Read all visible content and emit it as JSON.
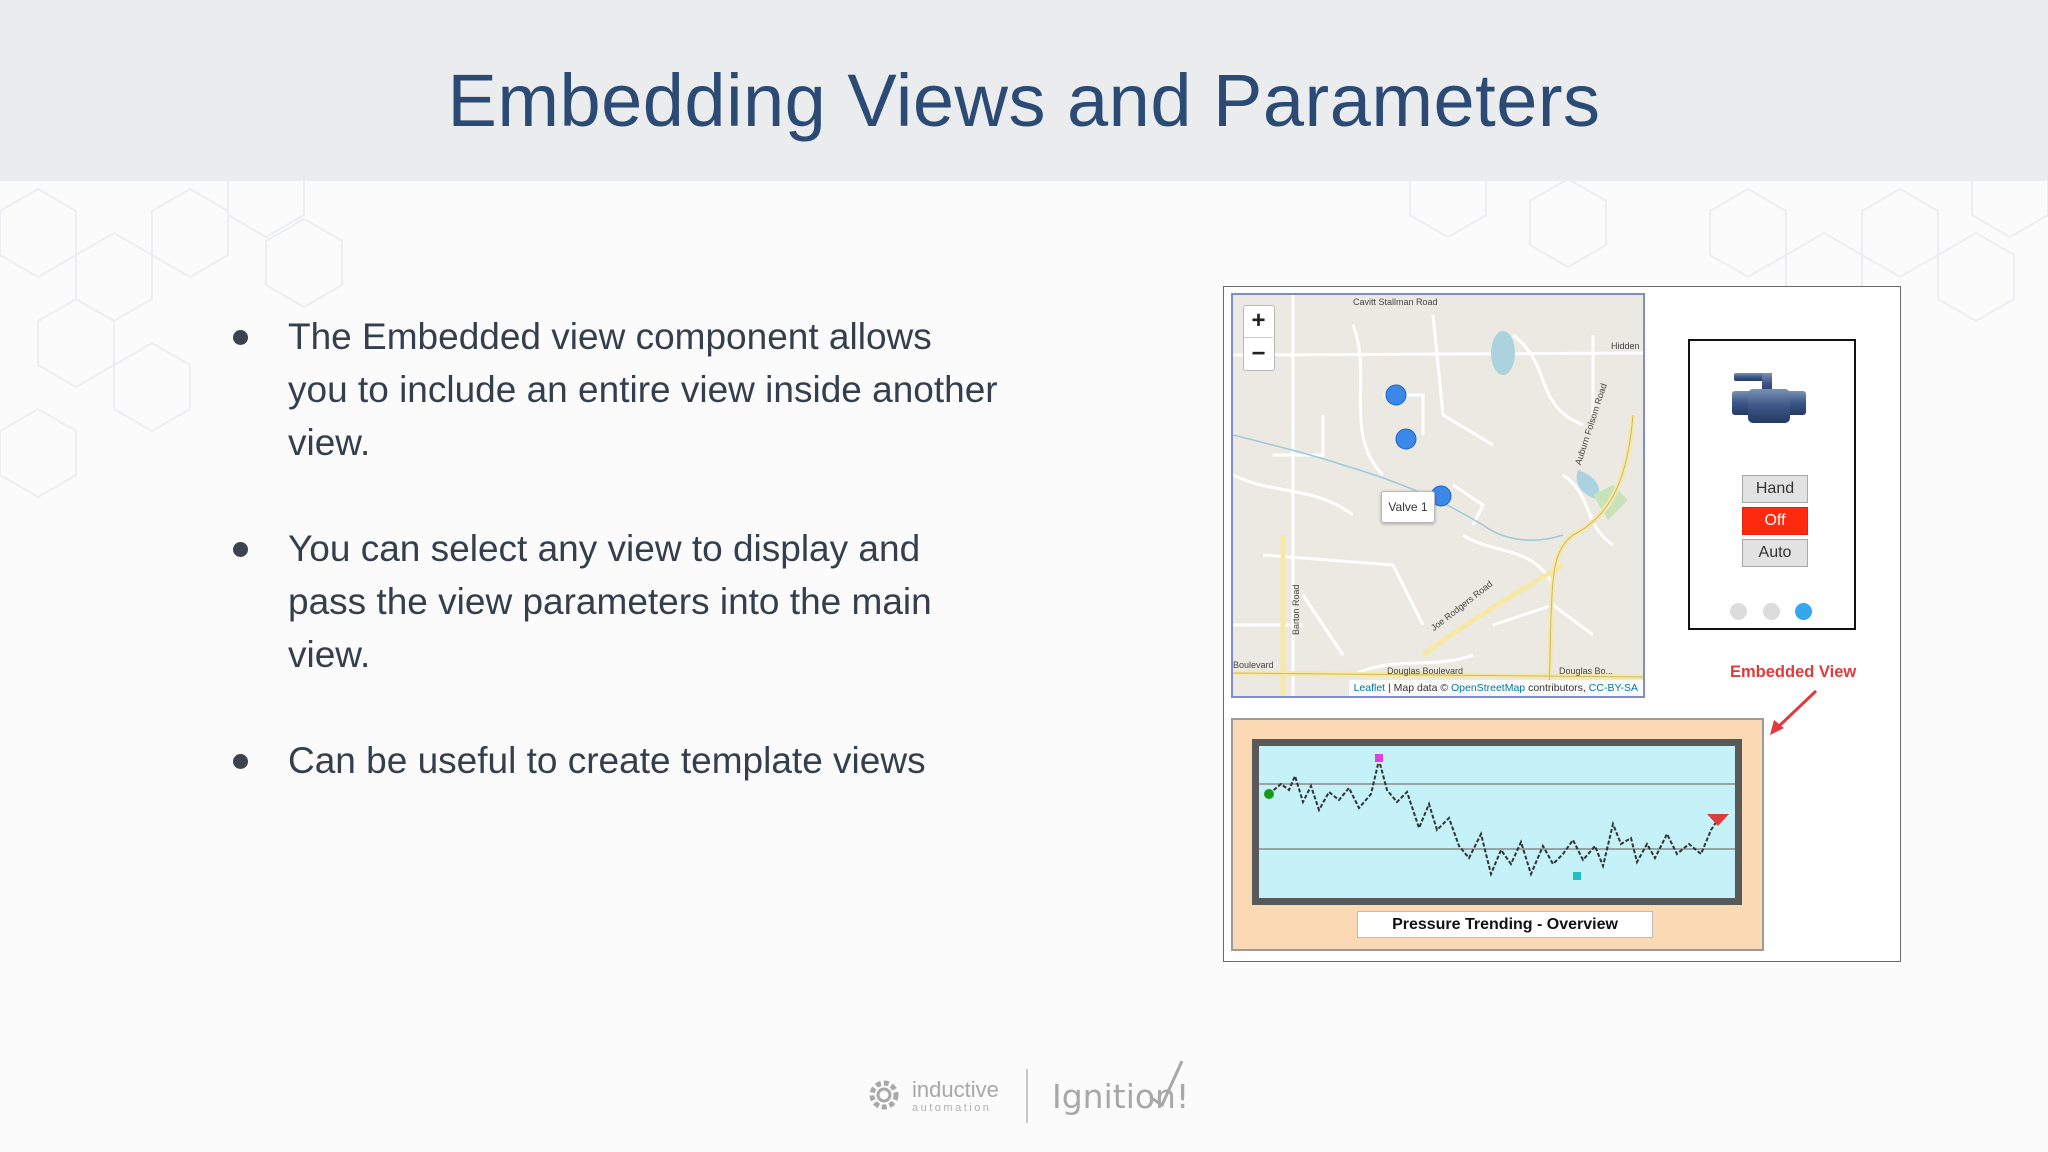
{
  "slide": {
    "title": "Embedding Views and Parameters"
  },
  "bullets": [
    {
      "text": "The Embedded view component allows you to include an entire view inside another view."
    },
    {
      "text": "You can select any view to display and pass the view parameters into the main view."
    },
    {
      "text": "Can be useful to create template views"
    }
  ],
  "bullet_lines": [
    [
      "The Embedded view component allows",
      "you to include an entire view inside another",
      "view."
    ],
    [
      "You can select any view to display and",
      "pass the view parameters into the main",
      "view."
    ],
    [
      "Can be useful to create template views"
    ]
  ],
  "map": {
    "zoom_in": "+",
    "zoom_out": "−",
    "marker_label": "Valve 1",
    "roads": {
      "top": "Cavitt Stallman Road",
      "right": "Hidden",
      "auburn": "Auburn Folsom Road",
      "barton": "Barton Road",
      "joe": "Joe Rodgers Road",
      "douglas": "Douglas Boulevard",
      "boulevard": "Boulevard",
      "douglas_right": "Douglas Bo..."
    },
    "attribution": {
      "leaflet": "Leaflet",
      "sep": " | Map data © ",
      "osm": "OpenStreetMap",
      "contrib": " contributors, ",
      "license": "CC-BY-SA"
    },
    "marker_color": "#3b88e8"
  },
  "valve_panel": {
    "modes": {
      "hand": "Hand",
      "off": "Off",
      "auto": "Auto"
    },
    "selected_mode": "Off",
    "page_count": 3,
    "active_page": 3,
    "active_color": "#ff2a0e"
  },
  "callout": {
    "label": "Embedded View",
    "color": "#e03a3a"
  },
  "trend": {
    "caption": "Pressure Trending - Overview"
  },
  "footer": {
    "company": "inductive",
    "company_sub": "automation",
    "product": "Ignition",
    "product_mark": "!"
  },
  "colors": {
    "title": "#2b4a74",
    "title_band": "#ebecee",
    "body_text": "#343f4d"
  }
}
